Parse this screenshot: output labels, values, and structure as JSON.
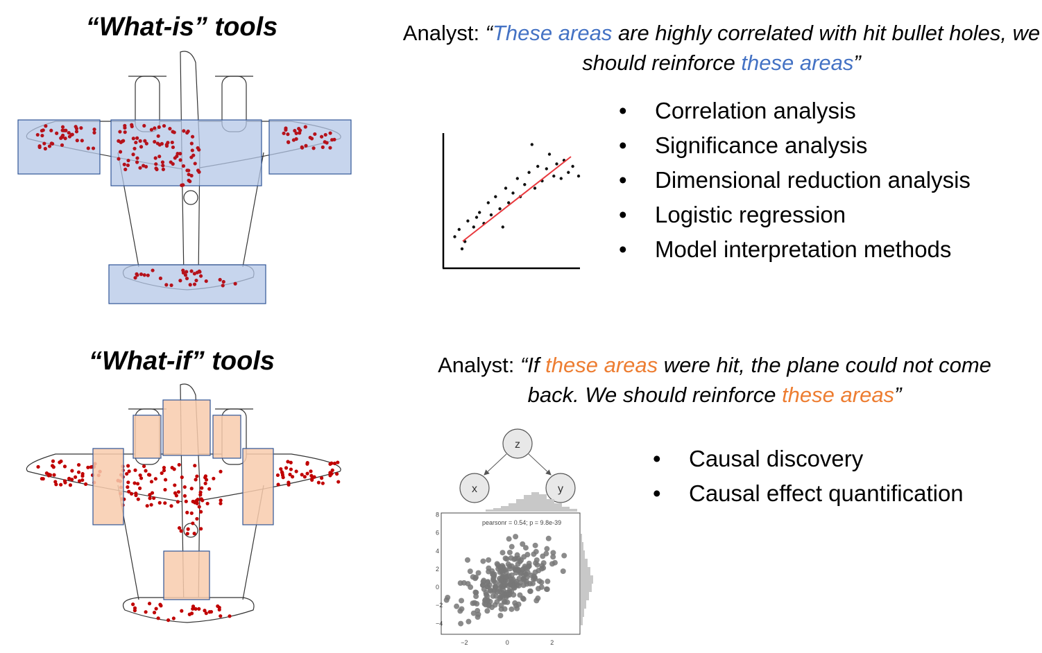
{
  "top": {
    "heading": "“What-is” tools",
    "quote": {
      "prefix": "Analyst: ",
      "open_quote": "“",
      "highlight1": "These areas",
      "mid": " are highly correlated with hit bullet holes, we should reinforce ",
      "highlight2": "these areas",
      "close_quote": "”"
    },
    "bullets": [
      "Correlation analysis",
      "Significance analysis",
      "Dimensional reduction analysis",
      "Logistic regression",
      "Model interpretation methods"
    ],
    "highlight_color": "#4472c4",
    "box_fill": "#b4c7e7"
  },
  "bottom": {
    "heading": "“What-if” tools",
    "quote": {
      "prefix": "Analyst: ",
      "open_quote": "“If ",
      "highlight1": "these areas",
      "mid": " were hit, the plane could not come back. We should reinforce ",
      "highlight2": "these areas",
      "close_quote": "”"
    },
    "bullets": [
      "Causal discovery",
      "Causal effect quantification"
    ],
    "highlight_color": "#ed7d31",
    "box_fill": "#f8cbad"
  },
  "causal_graph": {
    "nodes": [
      "z",
      "x",
      "y"
    ]
  },
  "chart_data": [
    {
      "type": "scatter",
      "title": "",
      "xlabel": "",
      "ylabel": "",
      "trendline": true,
      "points": [
        [
          0.05,
          0.22
        ],
        [
          0.08,
          0.28
        ],
        [
          0.12,
          0.18
        ],
        [
          0.14,
          0.35
        ],
        [
          0.18,
          0.3
        ],
        [
          0.22,
          0.42
        ],
        [
          0.25,
          0.33
        ],
        [
          0.28,
          0.5
        ],
        [
          0.3,
          0.4
        ],
        [
          0.33,
          0.55
        ],
        [
          0.36,
          0.45
        ],
        [
          0.4,
          0.62
        ],
        [
          0.42,
          0.5
        ],
        [
          0.45,
          0.58
        ],
        [
          0.48,
          0.7
        ],
        [
          0.5,
          0.55
        ],
        [
          0.53,
          0.65
        ],
        [
          0.56,
          0.75
        ],
        [
          0.6,
          0.62
        ],
        [
          0.62,
          0.8
        ],
        [
          0.65,
          0.68
        ],
        [
          0.68,
          0.78
        ],
        [
          0.7,
          0.9
        ],
        [
          0.73,
          0.72
        ],
        [
          0.75,
          0.82
        ],
        [
          0.78,
          0.7
        ],
        [
          0.8,
          0.85
        ],
        [
          0.83,
          0.75
        ],
        [
          0.86,
          0.8
        ],
        [
          0.9,
          0.72
        ],
        [
          0.1,
          0.12
        ],
        [
          0.2,
          0.38
        ],
        [
          0.58,
          0.98
        ],
        [
          0.38,
          0.3
        ]
      ]
    },
    {
      "type": "scatter",
      "annotation": "pearsonr = 0.54; p = 9.8e-39",
      "x_ticks": [
        "−2",
        "0",
        "2"
      ],
      "y_ticks": [
        "8",
        "6",
        "4",
        "2",
        "0",
        "−2",
        "−4"
      ],
      "xlim": [
        -3,
        3.2
      ],
      "ylim": [
        -5.2,
        8.2
      ]
    }
  ]
}
